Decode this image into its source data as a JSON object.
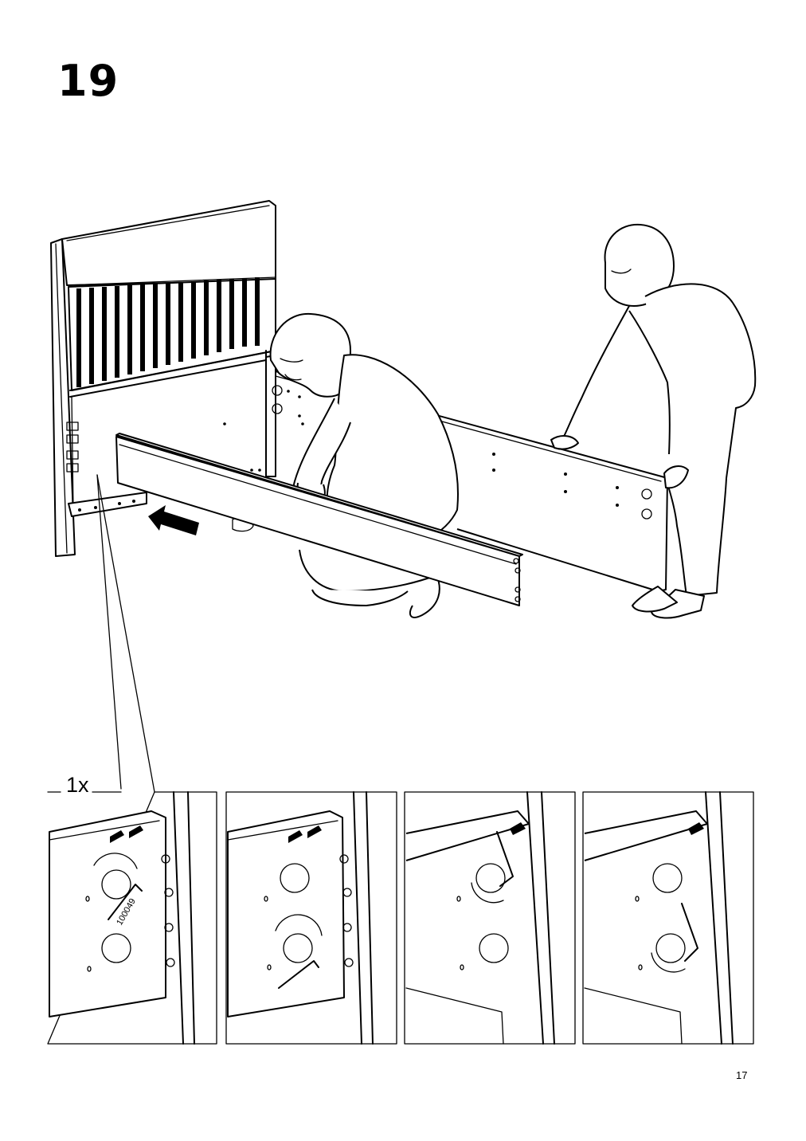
{
  "step": {
    "number": "19"
  },
  "page": {
    "number": "17"
  },
  "detail": {
    "quantity": "1x",
    "part_number": "100049",
    "panel_count": 4
  },
  "icons": [
    "ikea-assembly-illustration",
    "push-arrow-icon",
    "allen-key-icon",
    "cam-lock-icon",
    "rotate-arrow-icon"
  ]
}
